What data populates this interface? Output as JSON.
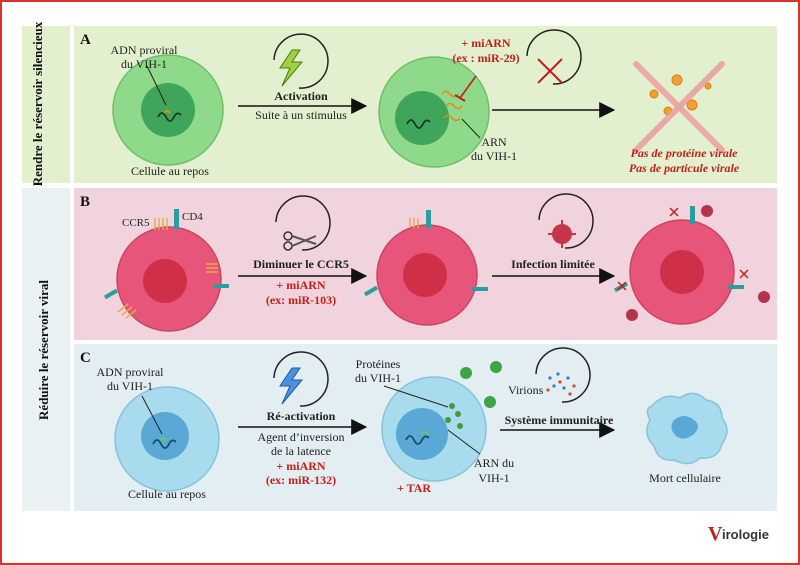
{
  "side_labels": {
    "section_a": "Rendre le réservoir silencieux",
    "section_bc": "Réduire le réservoir viral"
  },
  "section_a": {
    "letter": "A",
    "proviral_dna": "ADN proviral",
    "proviral_dna_2": "du VIH-1",
    "resting_cell": "Cellule au repos",
    "arrow1_title": "Activation",
    "arrow1_sub": "Suite à un stimulus",
    "mirna": "+ miARN",
    "mirna_example": "(ex : miR-29)",
    "rna": "ARN",
    "rna_2": "du VIH-1",
    "result_1": "Pas de protéine virale",
    "result_2": "Pas de particule virale"
  },
  "section_b": {
    "letter": "B",
    "ccr5": "CCR5",
    "cd4": "CD4",
    "arrow1_title": "Diminuer le CCR5",
    "mirna": "+ miARN",
    "mirna_example": "(ex: miR-103)",
    "arrow2_title": "Infection limitée"
  },
  "section_c": {
    "letter": "C",
    "proviral_dna": "ADN proviral",
    "proviral_dna_2": "du VIH-1",
    "resting_cell": "Cellule au repos",
    "arrow1_title": "Ré-activation",
    "arrow1_sub_1": "Agent d’inversion",
    "arrow1_sub_2": "de la latence",
    "mirna": "+ miARN",
    "mirna_example": "(ex: miR-132)",
    "proteins": "Protéines",
    "proteins_2": "du VIH-1",
    "virions": "Virions",
    "tar": "+ TAR",
    "rna": "ARN du",
    "rna_2": "VIH-1",
    "arrow2_title": "Système immunitaire",
    "death": "Mort cellulaire"
  },
  "logo": {
    "initial": "V",
    "rest": "irologie"
  },
  "colors": {
    "panel_a": "#e3f0cf",
    "panel_b": "#f0d3dc",
    "panel_c": "#e2eef1",
    "accent_red": "#c3201b",
    "cell_green": "#8fd98a",
    "cell_pink": "#e7567a",
    "cell_blue": "#a9dbee"
  }
}
